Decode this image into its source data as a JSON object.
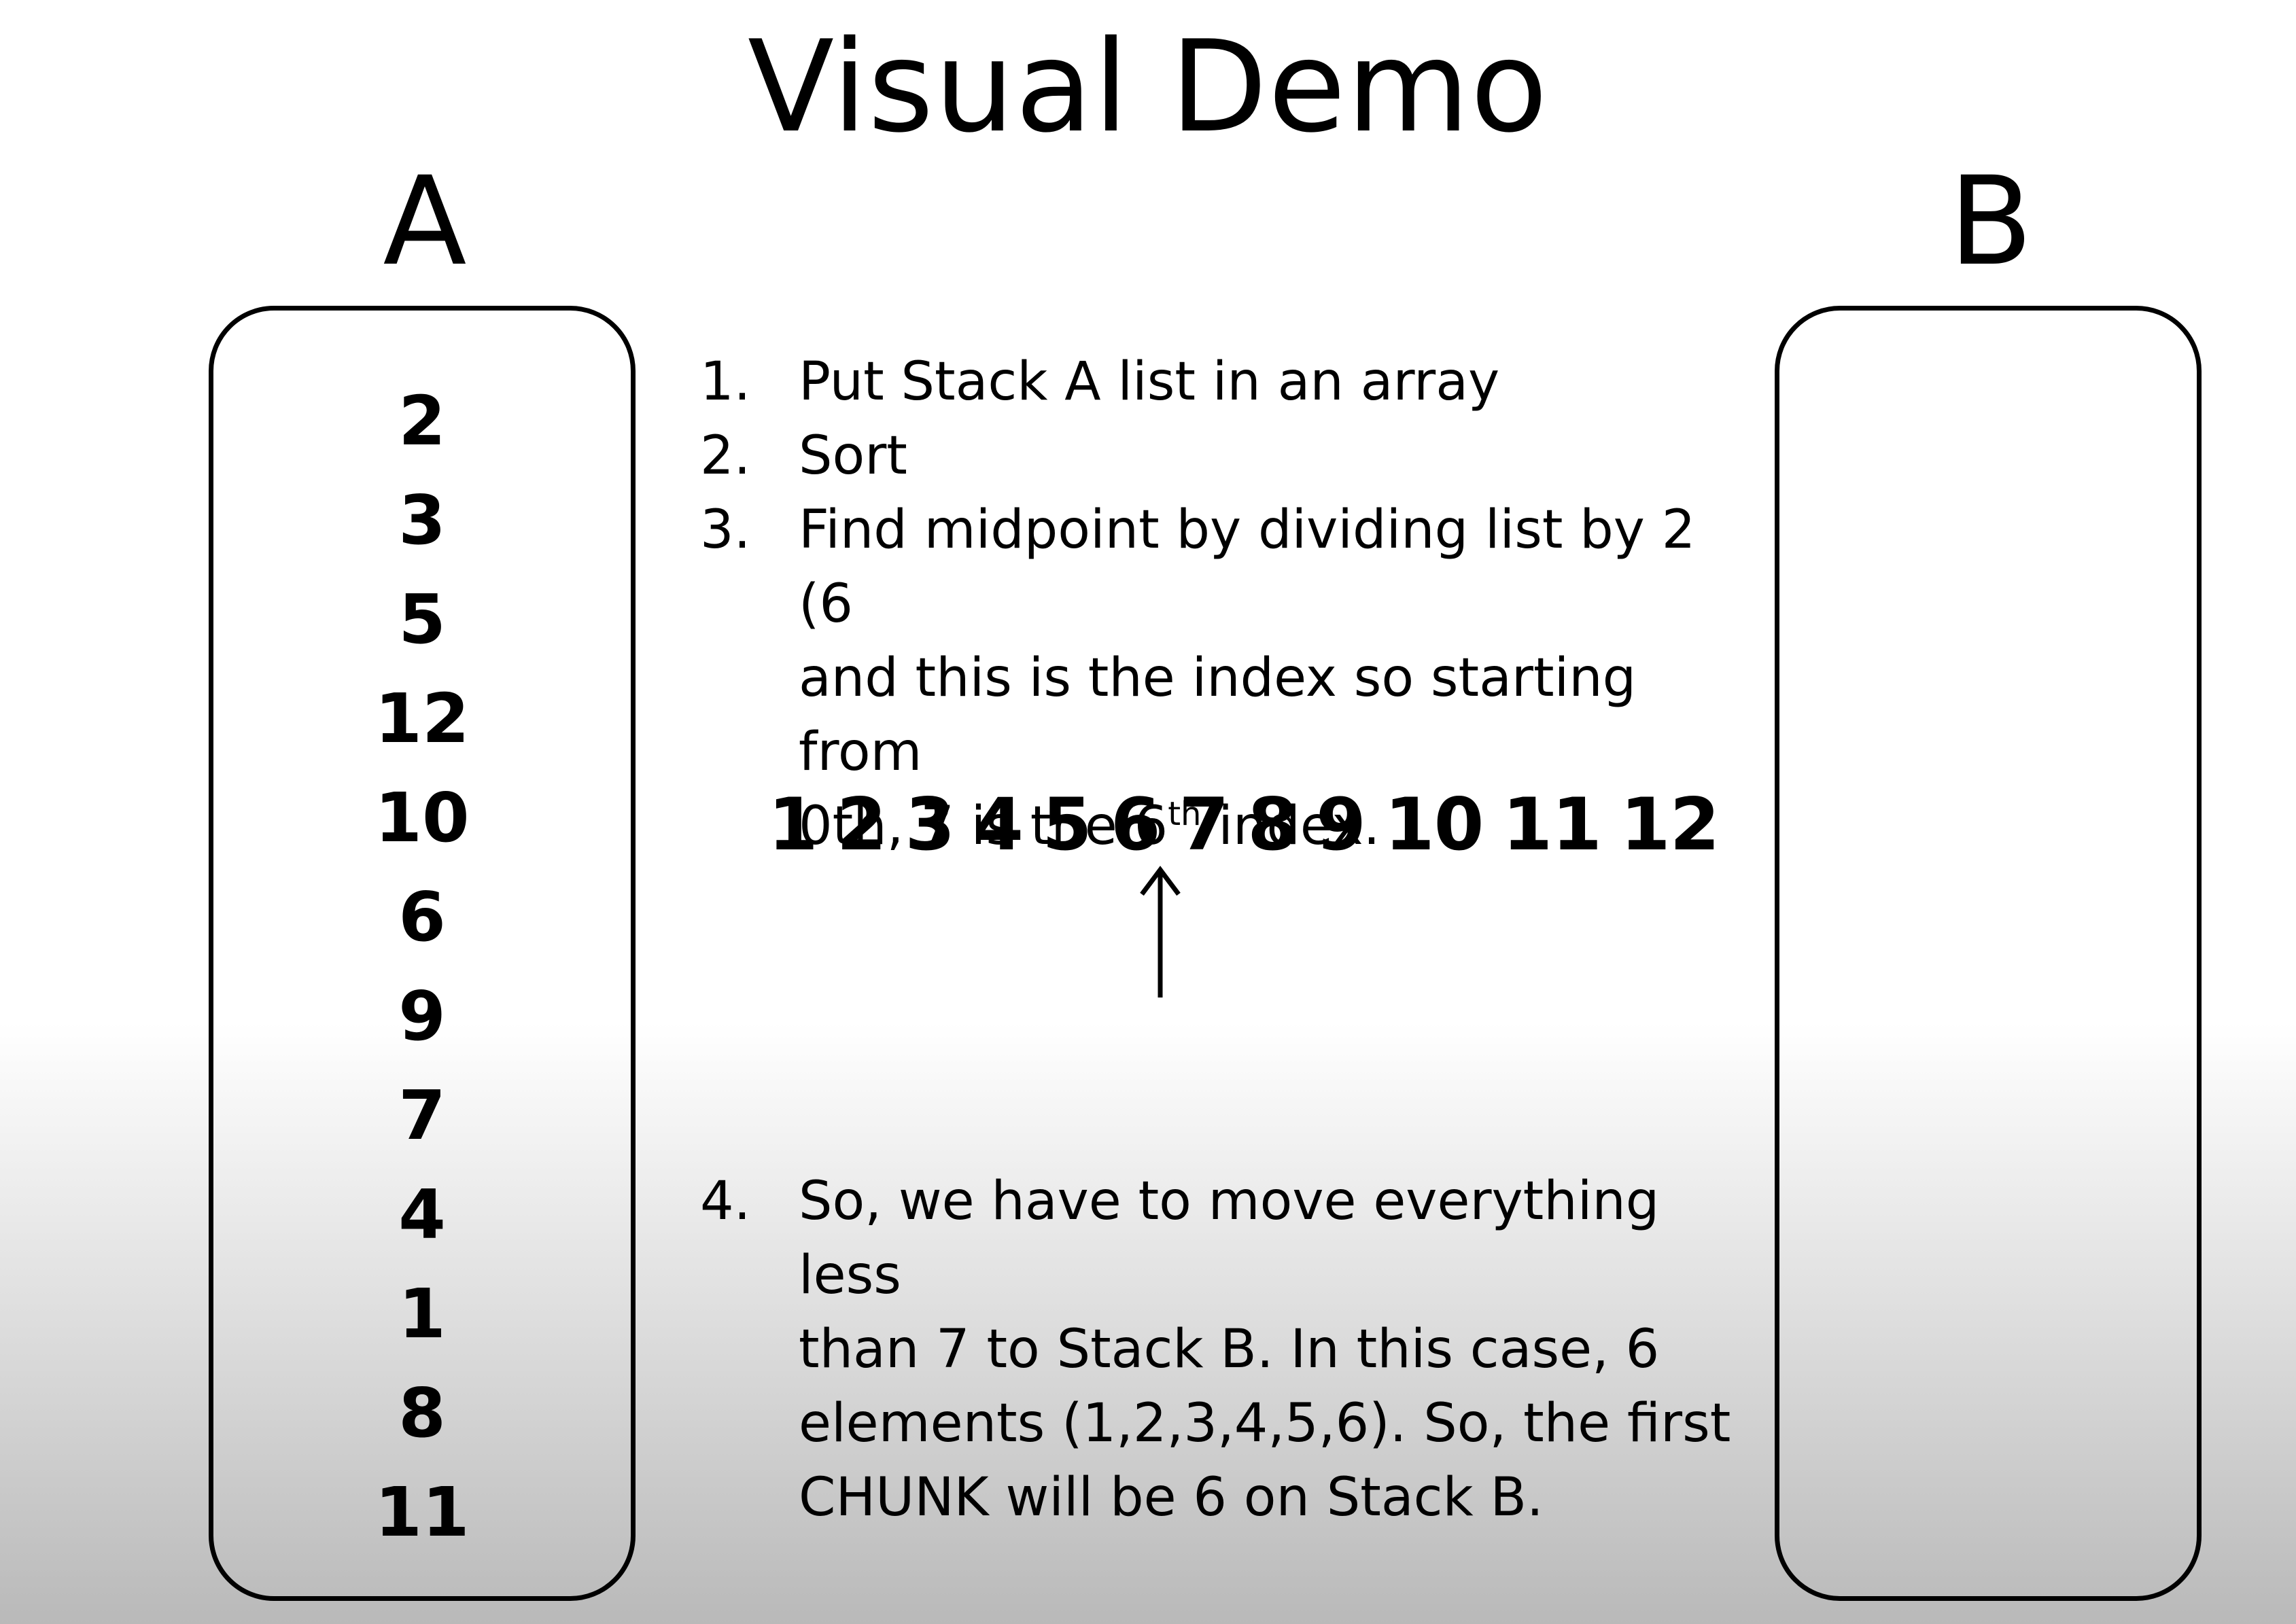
{
  "title": "Visual Demo",
  "stack_a": {
    "label": "A",
    "items": [
      "2",
      "3",
      "5",
      "12",
      "10",
      "6",
      "9",
      "7",
      "4",
      "1",
      "8",
      "11"
    ]
  },
  "stack_b": {
    "label": "B",
    "items": []
  },
  "steps_top": [
    {
      "num": "1.",
      "text": "Put Stack A list in an array"
    },
    {
      "num": "2.",
      "text": "Sort"
    },
    {
      "num": "3.",
      "line1": "Find midpoint by dividing list by 2 (6",
      "line2": "and this is the index so starting from",
      "line3_pre": "0th, 7 is the 6",
      "line3_sup": "th",
      "line3_post": " index."
    }
  ],
  "sorted_array": [
    "1",
    "2",
    "3",
    "4",
    "5",
    "6",
    "7",
    "8",
    "9",
    "10",
    "11",
    "12"
  ],
  "midpoint_arrow_target": "7",
  "step4": {
    "num": "4.",
    "lines": [
      "So, we have to move everything less",
      "than 7 to Stack B. In this case, 6",
      "elements (1,2,3,4,5,6). So, the first",
      "CHUNK will be 6 on Stack B."
    ]
  }
}
